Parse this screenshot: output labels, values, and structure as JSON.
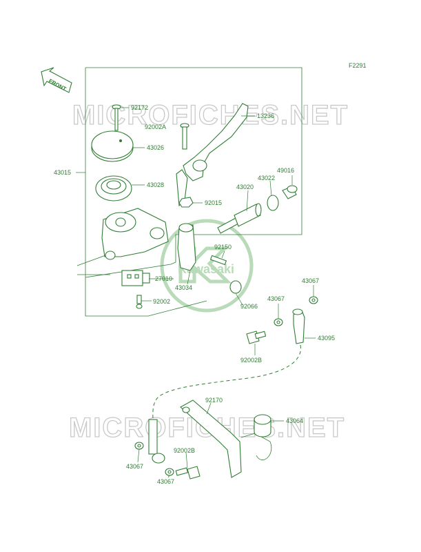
{
  "figure_code": "F2291",
  "front_label": "FRONT",
  "watermark_text": "MICROFICHES.NET",
  "logo_text": "Kawasaki",
  "colors": {
    "line": "#2e7d32",
    "watermark": "#c9c9c9",
    "logo": "#b9dbb9"
  },
  "labels": [
    {
      "id": "92172",
      "text": "92172"
    },
    {
      "id": "13236",
      "text": "13236"
    },
    {
      "id": "92002A",
      "text": "92002A"
    },
    {
      "id": "43026",
      "text": "43026"
    },
    {
      "id": "43015",
      "text": "43015"
    },
    {
      "id": "43028",
      "text": "43028"
    },
    {
      "id": "49016",
      "text": "49016"
    },
    {
      "id": "43022",
      "text": "43022"
    },
    {
      "id": "43020",
      "text": "43020"
    },
    {
      "id": "92015",
      "text": "92015"
    },
    {
      "id": "92150",
      "text": "92150"
    },
    {
      "id": "27010",
      "text": "27010"
    },
    {
      "id": "43034",
      "text": "43034"
    },
    {
      "id": "43067a",
      "text": "43067"
    },
    {
      "id": "92002",
      "text": "92002"
    },
    {
      "id": "92066",
      "text": "92066"
    },
    {
      "id": "43067b",
      "text": "43067"
    },
    {
      "id": "43095",
      "text": "43095"
    },
    {
      "id": "92002B",
      "text": "92002B"
    },
    {
      "id": "92170",
      "text": "92170"
    },
    {
      "id": "43064",
      "text": "43064"
    },
    {
      "id": "92002B2",
      "text": "92002B"
    },
    {
      "id": "43067c",
      "text": "43067"
    },
    {
      "id": "43067d",
      "text": "43067"
    }
  ]
}
